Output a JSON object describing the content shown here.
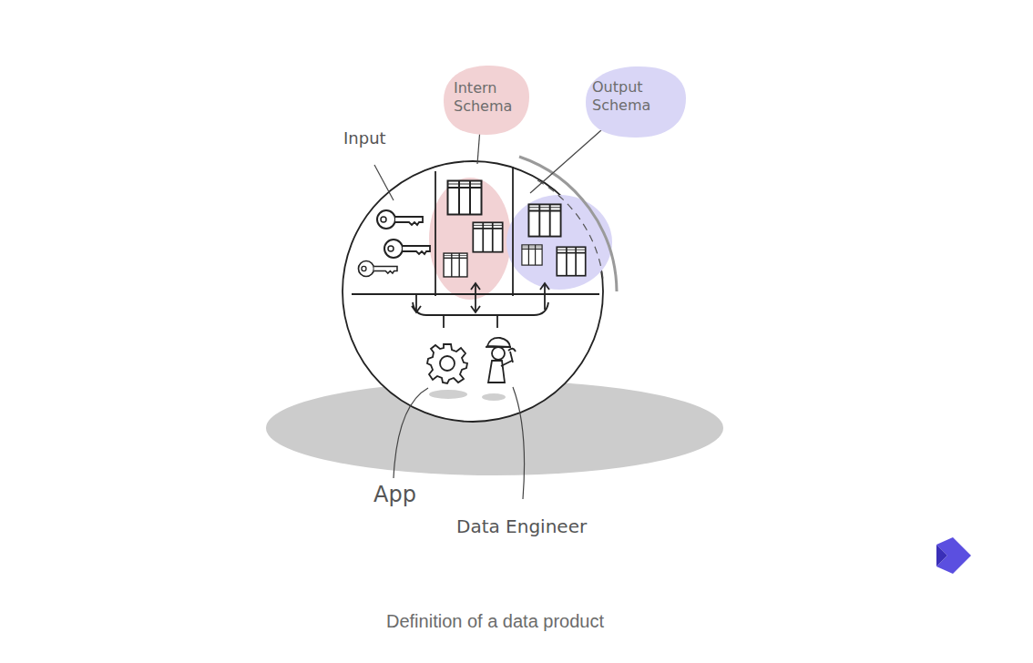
{
  "diagram": {
    "caption": "Definition of a data product",
    "nodes": [
      {
        "text": [
          "Intern Schema"
        ]
      },
      {
        "text": [
          "Output Schema"
        ]
      }
    ],
    "labels": [
      "Input",
      "App",
      "Data Engineer"
    ]
  }
}
